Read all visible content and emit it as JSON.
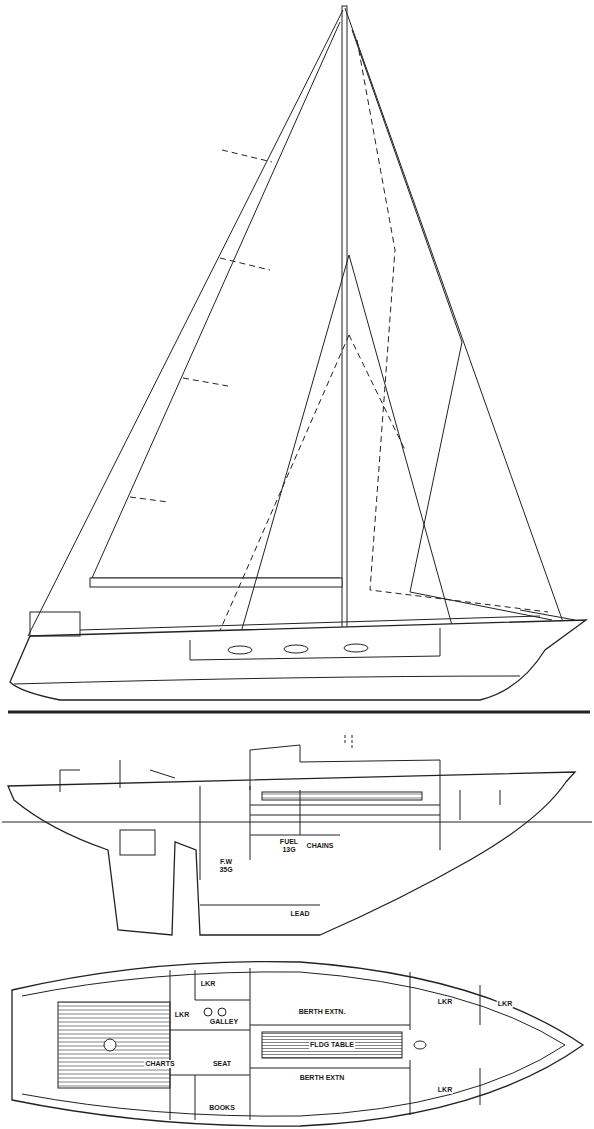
{
  "diagram": {
    "labels": [
      "F.W 35G",
      "FUEL 13G",
      "CHAINS",
      "LEAD",
      "LKR",
      "LKR",
      "GALLEY",
      "BERTH EXTN.",
      "LKR",
      "LKR",
      "FLDG TABLE",
      "CHARTS",
      "SEAT",
      "BERTH EXTN",
      "LKR",
      "BOOKS"
    ]
  }
}
